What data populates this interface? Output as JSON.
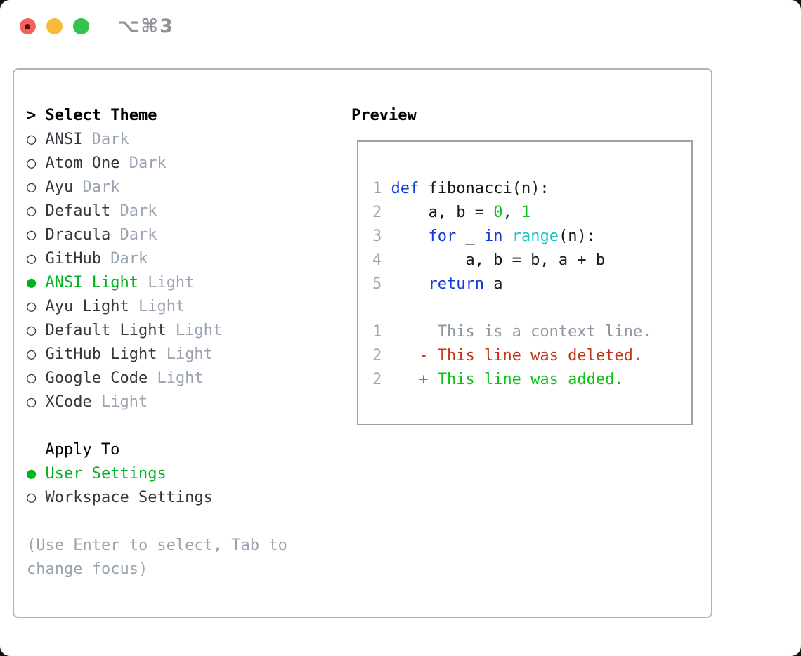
{
  "window": {
    "title": "⌥⌘3",
    "traffic_lights": [
      "close",
      "minimize",
      "zoom"
    ]
  },
  "theme_selector": {
    "heading_prefix": "> ",
    "heading": "Select Theme",
    "items": [
      {
        "name": "ANSI",
        "variant": "Dark",
        "selected": false
      },
      {
        "name": "Atom One",
        "variant": "Dark",
        "selected": false
      },
      {
        "name": "Ayu",
        "variant": "Dark",
        "selected": false
      },
      {
        "name": "Default",
        "variant": "Dark",
        "selected": false
      },
      {
        "name": "Dracula",
        "variant": "Dark",
        "selected": false
      },
      {
        "name": "GitHub",
        "variant": "Dark",
        "selected": false
      },
      {
        "name": "ANSI Light",
        "variant": "Light",
        "selected": true
      },
      {
        "name": "Ayu Light",
        "variant": "Light",
        "selected": false
      },
      {
        "name": "Default Light",
        "variant": "Light",
        "selected": false
      },
      {
        "name": "GitHub Light",
        "variant": "Light",
        "selected": false
      },
      {
        "name": "Google Code",
        "variant": "Light",
        "selected": false
      },
      {
        "name": "XCode",
        "variant": "Light",
        "selected": false
      }
    ]
  },
  "apply_to": {
    "heading": "Apply To",
    "options": [
      {
        "label": "User Settings",
        "selected": true
      },
      {
        "label": "Workspace Settings",
        "selected": false
      }
    ]
  },
  "hint": {
    "line1": "(Use Enter to select, Tab to",
    "line2": "change focus)"
  },
  "preview": {
    "heading": "Preview",
    "lines": [
      {
        "num": "1",
        "segments": [
          {
            "c": "kw",
            "t": "def"
          },
          {
            "c": "fg",
            "t": " fibonacci(n):"
          }
        ]
      },
      {
        "num": "2",
        "segments": [
          {
            "c": "fg",
            "t": "    a, b = "
          },
          {
            "c": "lit",
            "t": "0"
          },
          {
            "c": "fg",
            "t": ", "
          },
          {
            "c": "lit",
            "t": "1"
          }
        ]
      },
      {
        "num": "3",
        "segments": [
          {
            "c": "fg",
            "t": "    "
          },
          {
            "c": "kw",
            "t": "for"
          },
          {
            "c": "fg",
            "t": " _ "
          },
          {
            "c": "kw",
            "t": "in"
          },
          {
            "c": "fg",
            "t": " "
          },
          {
            "c": "fn",
            "t": "range"
          },
          {
            "c": "fg",
            "t": "(n):"
          }
        ]
      },
      {
        "num": "4",
        "segments": [
          {
            "c": "fg",
            "t": "        a, b = b, a + b"
          }
        ]
      },
      {
        "num": "5",
        "segments": [
          {
            "c": "fg",
            "t": "    "
          },
          {
            "c": "kw",
            "t": "return"
          },
          {
            "c": "fg",
            "t": " a"
          }
        ]
      },
      {
        "num": "",
        "segments": []
      },
      {
        "num": "1",
        "segments": [
          {
            "c": "ctx",
            "t": "     This is a context line."
          }
        ]
      },
      {
        "num": "2",
        "segments": [
          {
            "c": "del",
            "t": "   - This line was deleted."
          }
        ]
      },
      {
        "num": "2",
        "segments": [
          {
            "c": "add",
            "t": "   + This line was added."
          }
        ]
      }
    ]
  },
  "colors": {
    "accent_green": "#00b21f",
    "literal_green": "#0bbf1d",
    "diff_green": "#0bc215",
    "diff_red": "#c23418",
    "keyword_blue": "#0f3cd9",
    "function_cyan": "#1fc3ce",
    "muted_gray": "#9aa4b1",
    "context_gray": "#8d959f",
    "text_dark": "#33383f",
    "traffic_red": "#f4605a",
    "traffic_yellow": "#f6bc38",
    "traffic_green": "#35c24c",
    "panel_border": "#aab3bf",
    "preview_border": "#9aa3af"
  }
}
